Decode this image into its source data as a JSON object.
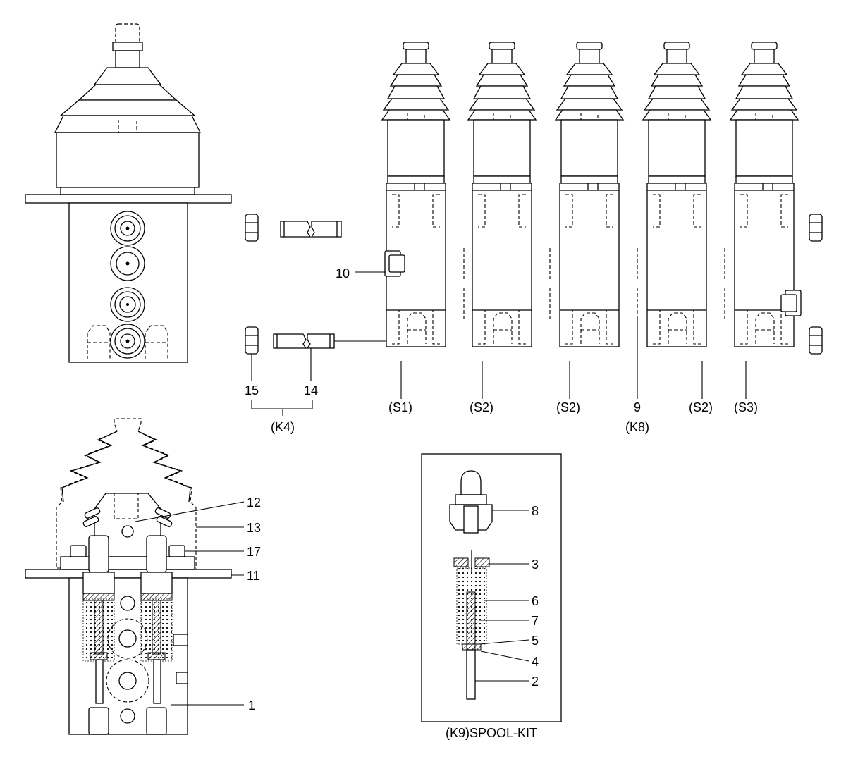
{
  "labels": {
    "l10": "10",
    "l15": "15",
    "l14": "14",
    "k4": "(K4)",
    "s1": "(S1)",
    "s2a": "(S2)",
    "s2b": "(S2)",
    "l9": "9",
    "k8": "(K8)",
    "s2c": "(S2)",
    "s3": "(S3)",
    "l12": "12",
    "l13": "13",
    "l17": "17",
    "l11": "11",
    "l1": "1",
    "l8": "8",
    "l3": "3",
    "l6": "6",
    "l7": "7",
    "l5": "5",
    "l4": "4",
    "l2": "2",
    "spool_kit": "(K9)SPOOL-KIT"
  }
}
